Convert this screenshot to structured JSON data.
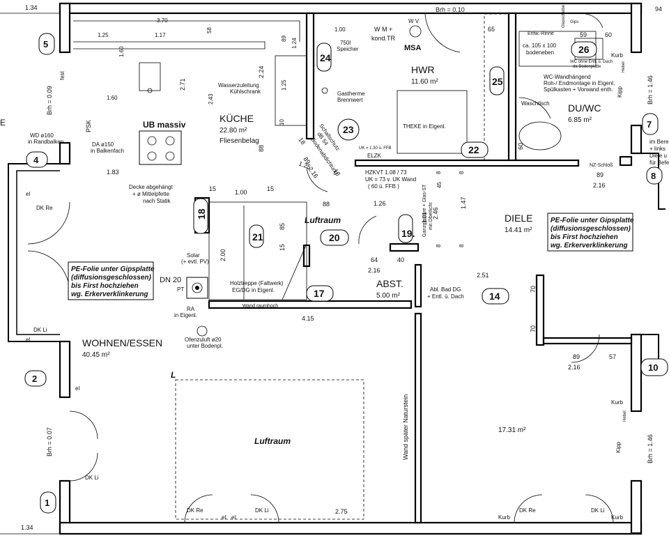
{
  "rooms": {
    "kueche": {
      "name": "KÜCHE",
      "area": "22.80 m²",
      "floor": "Fliesenbelag"
    },
    "hwr": {
      "name": "HWR",
      "area": "11.60 m²"
    },
    "duwc": {
      "name": "DU/WC",
      "area": "6.85 m²"
    },
    "diele": {
      "name": "DIELE",
      "area": "14.41 m²"
    },
    "wohnen": {
      "name": "WOHNEN/ESSEN",
      "area": "40.45 m²"
    },
    "abst": {
      "name": "ABST.",
      "area": "5.00 m²"
    },
    "room_right": {
      "area": "17.31 m²"
    },
    "luftraum": "Luftraum"
  },
  "markers": {
    "stairs": [
      "18",
      "21",
      "20",
      "17",
      "19.",
      "14",
      "23",
      "24",
      "22",
      "25",
      "26"
    ],
    "axes": [
      "5",
      "4",
      "2",
      "1",
      "7",
      "8",
      "10"
    ]
  },
  "dimensions": {
    "top_left": "1.34",
    "bottom_left": "1.34",
    "top_370": "3.70",
    "top_125": "1.25",
    "top_117": "1.17",
    "top_58": "58",
    "top_160a": "1.60",
    "top_160b": "1.60",
    "dim_271": "2.71",
    "dim_243": "2.43",
    "dim_2242": "2.24",
    "dim_89": "89",
    "dim_124": "1.24",
    "dim_125v": "1.25",
    "dim_10": "10",
    "dim_88": "88",
    "dim_183": "1.83",
    "dim_15a": "15",
    "dim_100": "1.00",
    "dim_15b": "15",
    "dim_85": "85",
    "dim_200": "2.00",
    "dim_15c": "15",
    "dim_888": "88",
    "dim_126": "1.26",
    "dim_64": "64",
    "dim_40": "40",
    "dim_216a": "2.16",
    "dim_216b": "2.16",
    "dim_216c": "2.16",
    "dim_216d": "2.16",
    "dim_251": "2.51",
    "dim_70a": "70",
    "dim_70b": "70",
    "dim_89b": "89",
    "dim_89c": "89",
    "dim_57": "57",
    "dim_415": "4.15",
    "dim_275": "2.75",
    "dim_65": "65",
    "dim_60": "60",
    "dim_59": "59",
    "dim_60b": "60",
    "dim_100b": "1.00",
    "dim_18a": "18",
    "dim_18b": "18",
    "dim_89d": "89",
    "dim_125d": "1.25",
    "dim_246": "2.46",
    "dim_147": "1.47",
    "dim_101": "1.01",
    "dim_45": "45",
    "dim_8a": "8",
    "dim_8b": "8",
    "dim_8c": "8",
    "dim_8d": "8",
    "dim_94": "94",
    "brh_010": "Brh = 0.10",
    "brh_009": "Brh = 0.09",
    "brh_007": "Brh = 0.07",
    "brh_146a": "Brh = 1.46",
    "brh_146b": "Brh = 1.46"
  },
  "notes": {
    "ub_massiv": "UB massiv",
    "fest": "fest",
    "psk": "PSK",
    "wd": "WD ø160",
    "wd2": "in Randbalken",
    "da": "DA ø150",
    "da2": "in Balkenfach",
    "decke1": "Decke abgehängt",
    "decke2": "+ ø Mittelpfette",
    "decke3": "nach Statik",
    "wasser1": "Wasserzuleitung",
    "wasser2": "Kühlschrank",
    "speicher1": "750l",
    "speicher2": "Speicher",
    "wm1": "W M +",
    "wm2": "kond.TR",
    "wv": "W V",
    "msa": "MSA",
    "gas1": "Gastherme",
    "gas2": "Brennwert",
    "theke": "THEKE in Eigenl.",
    "uk130": "UK = 1.30 ü. FFB",
    "elzk": "ELZK",
    "hzkvt1": "HZKVT 1.08 / 73",
    "hzkvt2": "UK = 73 v. UK Wand",
    "hzkvt3": "( 60 ü. FFB )",
    "schall1": "Schallschutz",
    "schall2": "dB 54",
    "schall3": "Bodenabdichtung",
    "entw": "Entw.-Rinne",
    "glas": "Glasscheibe",
    "gips": "Gips",
    "dusche1": "ca. 105 x 100",
    "dusche2": "bodeneben",
    "wc1": "WC ohne Entl. ü. Dach",
    "wc2": "da Bodenplatte",
    "wcw1": "WC-Wandhängend",
    "wcw2": "Roh-/ Endmontage in Eigenl.",
    "wcw3": "Spülkasten + Vorwand enth.",
    "waschtisch": "Waschtisch",
    "kurb": "Kurb",
    "kipp": "Kipp",
    "hebel": "Hebel",
    "nz": "NZ-Schloß",
    "ganz1": "Ganzglastüre + Glas-ST",
    "ganz2": "mit Oberlicht",
    "pe1": "PE-Folie unter Gipsplatte",
    "pe2": "(diffusionsgeschlossen)",
    "pe3": "bis First hochziehen",
    "pe4": "wg. Erkerverklinkerung",
    "abl1": "Abl. Bad DG",
    "abl2": "+ Entl. ü. Dach",
    "holz1": "Holztreppe (Faltwerk)",
    "holz2": "EG/DG in Eigenl.",
    "wandraum": "Wand raumhoch",
    "solar1": "Solar",
    "solar2": "(+ evtl. PV)",
    "dn20": "DN 20",
    "pt": "PT",
    "ra1": "RA",
    "ra2": "in Eigenl.",
    "ofen1": "Ofenzuluft ø20",
    "ofen2": "unter Bodenpl.",
    "naturstein": "Wand später Naturstein",
    "dkre": "DK Re",
    "dkli": "DK Li",
    "el": "el",
    "im_bere1": "im Bere",
    "im_bere2": "+ links",
    "im_bere3": "Diele u",
    "im_bere4": "für Befe",
    "l_mark": "L",
    "e_mark": "E"
  },
  "colors": {
    "line": "#000000",
    "background": "#ffffff"
  }
}
